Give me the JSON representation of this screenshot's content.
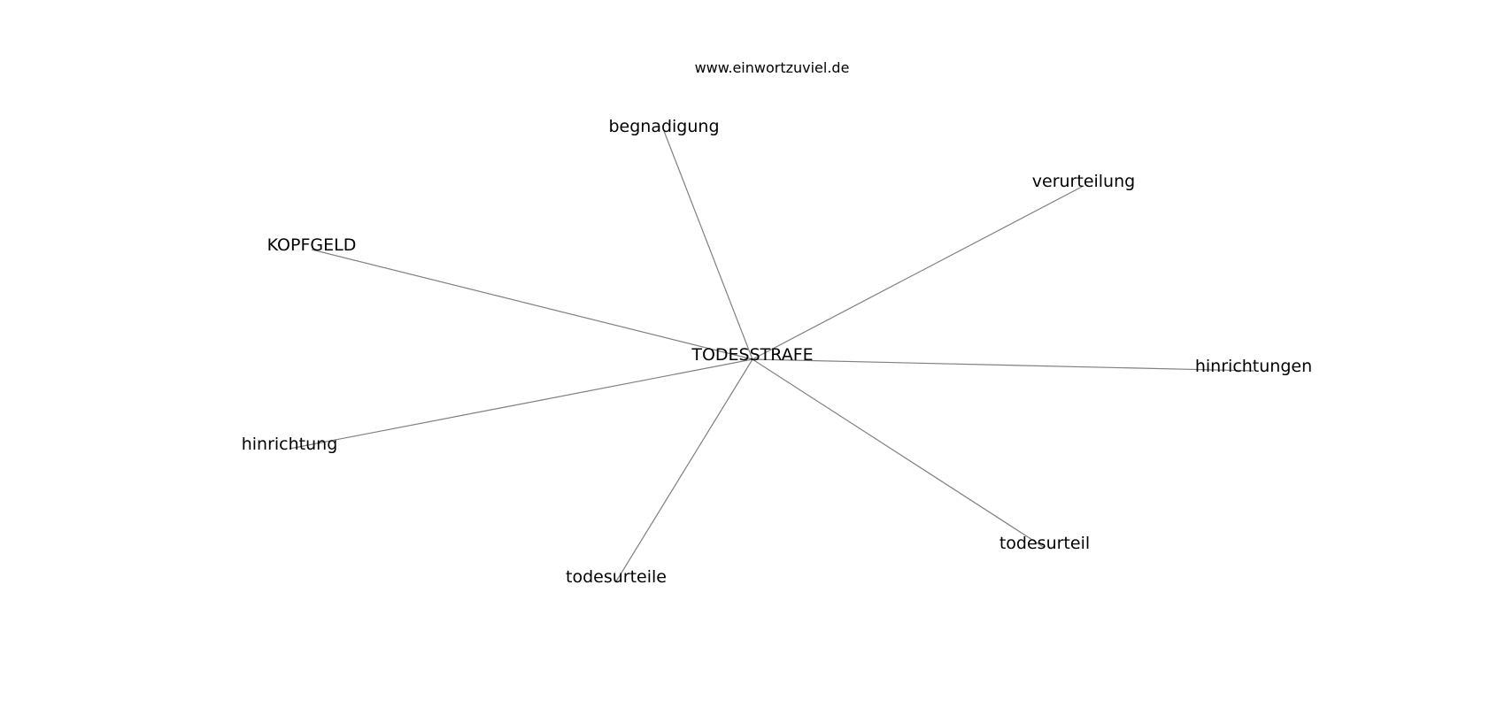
{
  "header": {
    "site": "www.einwortzuviel.de"
  },
  "graph": {
    "center": {
      "id": "todesstrafe",
      "label": "TODESSTRAFE"
    },
    "neighbors": [
      {
        "id": "begnadigung",
        "label": "begnadigung"
      },
      {
        "id": "verurteilung",
        "label": "verurteilung"
      },
      {
        "id": "kopfgeld",
        "label": "KOPFGELD"
      },
      {
        "id": "hinrichtungen",
        "label": "hinrichtungen"
      },
      {
        "id": "hinrichtung",
        "label": "hinrichtung"
      },
      {
        "id": "todesurteil",
        "label": "todesurteil"
      },
      {
        "id": "todesurteile",
        "label": "todesurteile"
      }
    ],
    "edges": [
      [
        "todesstrafe",
        "begnadigung"
      ],
      [
        "todesstrafe",
        "verurteilung"
      ],
      [
        "todesstrafe",
        "kopfgeld"
      ],
      [
        "todesstrafe",
        "hinrichtungen"
      ],
      [
        "todesstrafe",
        "hinrichtung"
      ],
      [
        "todesstrafe",
        "todesurteil"
      ],
      [
        "todesstrafe",
        "todesurteile"
      ]
    ],
    "edge_color": "#808080"
  }
}
